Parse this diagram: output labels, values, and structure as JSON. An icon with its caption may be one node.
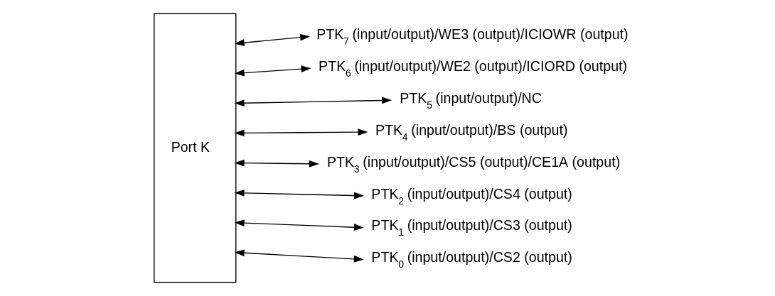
{
  "diagram": {
    "nodes": [
      {
        "text": [
          "Port K"
        ]
      },
      {
        "text": [
          "PTK$_{7}$ (input/output)/WE3 (output)/ICIOWR (output)"
        ]
      },
      {
        "text": [
          "PTK$_{6}$ (input/output)/WE2 (output)/ICIORD (output)"
        ]
      },
      {
        "text": [
          "PTK$_{5}$ (input/output)/NC"
        ]
      },
      {
        "text": [
          "PTK$_{4}$ (input/output)/BS (output)"
        ]
      },
      {
        "text": [
          "PTK$_{3}$ (input/output)/CS5 (output)/CE1A (output)"
        ]
      },
      {
        "text": [
          "PTK$_{2}$ (input/output)/CS4 (output)"
        ]
      },
      {
        "text": [
          "PTK$_{1}$ (input/output)/CS3 (output)"
        ]
      },
      {
        "text": [
          "PTK$_{0}$ (input/output)/CS2 (output)"
        ]
      }
    ],
    "edges": [
      {
        "from": 0,
        "to": 1,
        "arrow": "both"
      },
      {
        "from": 0,
        "to": 2,
        "arrow": "both"
      },
      {
        "from": 0,
        "to": 3,
        "arrow": "both"
      },
      {
        "from": 0,
        "to": 4,
        "arrow": "both"
      },
      {
        "from": 0,
        "to": 5,
        "arrow": "both"
      },
      {
        "from": 0,
        "to": 6,
        "arrow": "both"
      },
      {
        "from": 0,
        "to": 7,
        "arrow": "both"
      },
      {
        "from": 0,
        "to": 8,
        "arrow": "both"
      }
    ]
  }
}
